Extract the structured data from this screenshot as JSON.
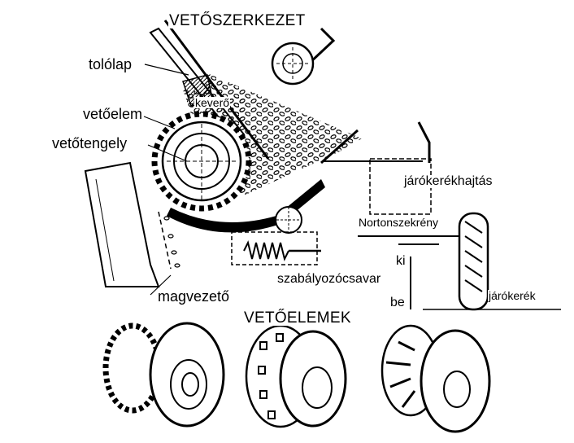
{
  "title": "VETŐSZERKEZET",
  "section_title": "VETŐELEMEK",
  "labels": {
    "tololap": "tolólap",
    "keverő": "keverő",
    "vetoelem": "vetőelem",
    "vetotengely": "vetőtengely",
    "jarokerekhajtas": "járókerékhajtás",
    "nortonszekreny": "Nortonszekrény",
    "ki": "ki",
    "szabalyozocsavar": "szabályozócsavar",
    "be": "be",
    "jarokerek": "járókerék",
    "magvezeto": "magvezető"
  }
}
